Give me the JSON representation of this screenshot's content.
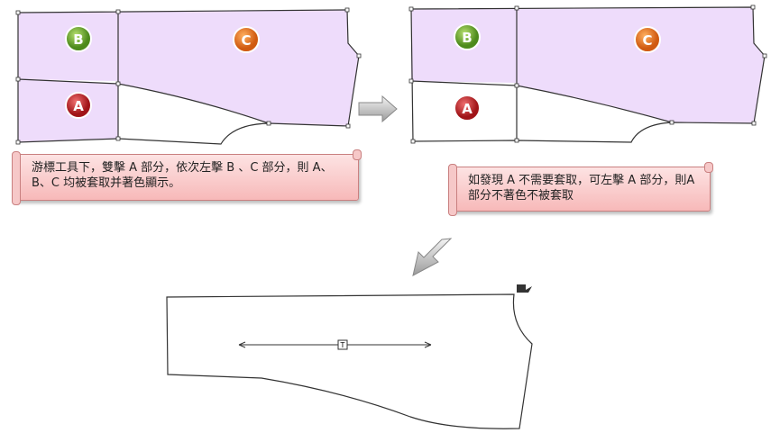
{
  "labels": {
    "a": "A",
    "b": "B",
    "c": "C"
  },
  "notes": {
    "step1": "游標工具下，雙擊 A 部分，依次左擊 B 、C 部分，則 A、B、C 均被套取并著色顯示。",
    "step2": "如發現 A 不需要套取，可左擊 A 部分，則A 部分不著色不被套取"
  },
  "result_marker": "T",
  "colors": {
    "fill": "#eedcfb",
    "a": "#c0282c",
    "b": "#6aa22c",
    "c": "#e8741c",
    "note": "#f7c0c0"
  }
}
